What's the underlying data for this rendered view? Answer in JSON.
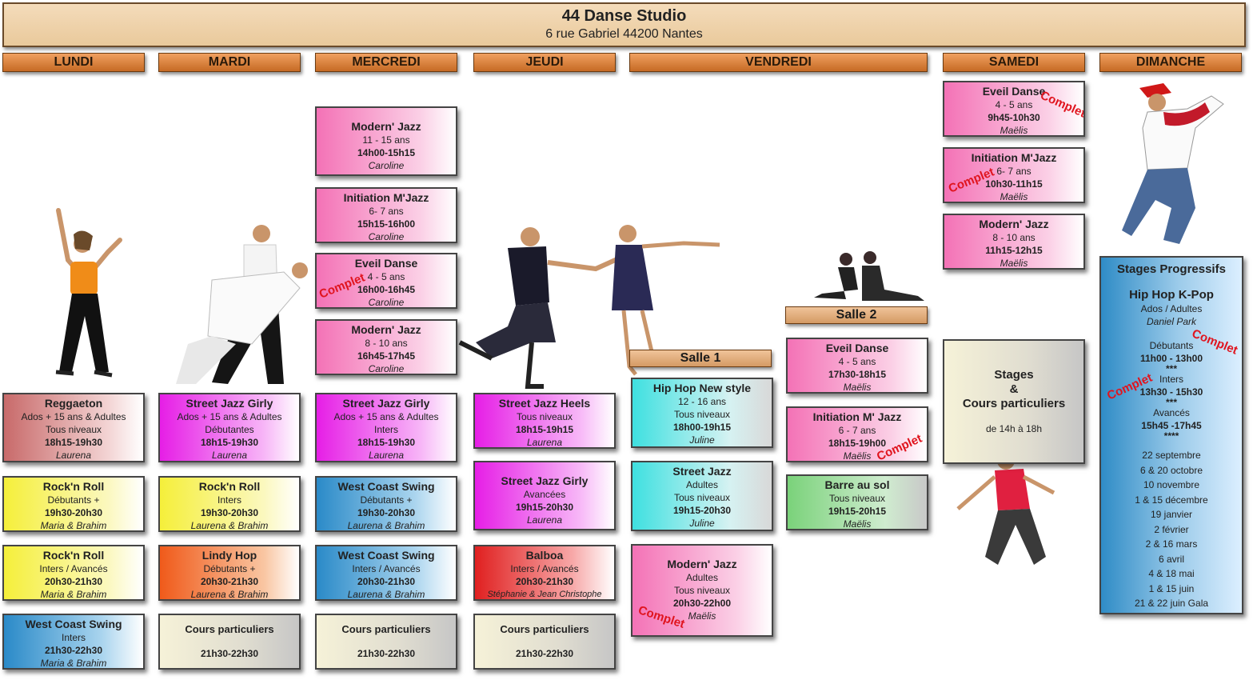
{
  "header": {
    "title": "44 Danse Studio",
    "address": "6 rue Gabriel 44200 Nantes"
  },
  "days": [
    "LUNDI",
    "MARDI",
    "MERCREDI",
    "JEUDI",
    "VENDREDI",
    "SAMEDI",
    "DIMANCHE"
  ],
  "salles": {
    "salle1": "Salle 1",
    "salle2": "Salle 2"
  },
  "complet_label": "Complet",
  "lundi": {
    "c1": {
      "title": "Reggaeton",
      "l1": "Ados + 15 ans & Adultes",
      "l2": "Tous niveaux",
      "time": "18h15-19h30",
      "teacher": "Laurena"
    },
    "c2": {
      "title": "Rock'n Roll",
      "l1": "Débutants  +",
      "time": "19h30-20h30",
      "teacher": "Maria & Brahim"
    },
    "c3": {
      "title": "Rock'n Roll",
      "l1": "Inters / Avancés",
      "time": "20h30-21h30",
      "teacher": "Maria & Brahim"
    },
    "c4": {
      "title": "West Coast Swing",
      "l1": "Inters",
      "time": "21h30-22h30",
      "teacher": "Maria & Brahim"
    }
  },
  "mardi": {
    "c1": {
      "title": "Street Jazz Girly",
      "l1": "Ados + 15 ans & Adultes",
      "l2": "Débutantes",
      "time": "18h15-19h30",
      "teacher": "Laurena"
    },
    "c2": {
      "title": "Rock'n Roll",
      "l1": "Inters",
      "time": "19h30-20h30",
      "teacher": "Laurena & Brahim"
    },
    "c3": {
      "title": "Lindy Hop",
      "l1": "Débutants +",
      "time": "20h30-21h30",
      "teacher": "Laurena & Brahim"
    },
    "c4": {
      "title": "Cours particuliers",
      "time": "21h30-22h30"
    }
  },
  "mercredi": {
    "c1": {
      "title": "Modern' Jazz",
      "l1": "11 - 15 ans",
      "time": "14h00-15h15",
      "teacher": "Caroline"
    },
    "c2": {
      "title": "Initiation M'Jazz",
      "l1": "6- 7 ans",
      "time": "15h15-16h00",
      "teacher": "Caroline"
    },
    "c3": {
      "title": "Eveil Danse",
      "l1": "4 - 5 ans",
      "time": "16h00-16h45",
      "teacher": "Caroline"
    },
    "c4": {
      "title": "Modern' Jazz",
      "l1": "8 - 10 ans",
      "time": "16h45-17h45",
      "teacher": "Caroline"
    },
    "c5": {
      "title": "Street Jazz Girly",
      "l1": "Ados + 15 ans & Adultes",
      "l2": "Inters",
      "time": "18h15-19h30",
      "teacher": "Laurena"
    },
    "c6": {
      "title": "West Coast Swing",
      "l1": "Débutants +",
      "time": "19h30-20h30",
      "teacher": "Laurena & Brahim"
    },
    "c7": {
      "title": "West Coast Swing",
      "l1": "Inters / Avancés",
      "time": "20h30-21h30",
      "teacher": "Laurena & Brahim"
    },
    "c8": {
      "title": "Cours particuliers",
      "time": "21h30-22h30"
    }
  },
  "jeudi": {
    "c1": {
      "title": "Street Jazz Heels",
      "l1": "Tous niveaux",
      "time": "18h15-19h15",
      "teacher": "Laurena"
    },
    "c2": {
      "title": "Street Jazz Girly",
      "l1": "Avancées",
      "time": "19h15-20h30",
      "teacher": "Laurena"
    },
    "c3": {
      "title": "Balboa",
      "l1": "Inters / Avancés",
      "time": "20h30-21h30",
      "teacher": "Stéphanie & Jean Christophe"
    },
    "c4": {
      "title": "Cours particuliers",
      "time": "21h30-22h30"
    }
  },
  "vendredi_s1": {
    "c1": {
      "title": "Hip Hop New style",
      "l1": "12 - 16 ans",
      "l2": "Tous niveaux",
      "time": "18h00-19h15",
      "teacher": "Juline"
    },
    "c2": {
      "title": "Street Jazz",
      "l1": "Adultes",
      "l2": "Tous niveaux",
      "time": "19h15-20h30",
      "teacher": "Juline"
    },
    "c3": {
      "title": "Modern' Jazz",
      "l1": "Adultes",
      "l2": "Tous niveaux",
      "time": "20h30-22h00",
      "teacher": "Maëlis"
    }
  },
  "vendredi_s2": {
    "c1": {
      "title": "Eveil Danse",
      "l1": "4 - 5 ans",
      "time": "17h30-18h15",
      "teacher": "Maëlis"
    },
    "c2": {
      "title": "Initiation M' Jazz",
      "l1": "6 - 7 ans",
      "time": "18h15-19h00",
      "teacher": "Maëlis"
    },
    "c3": {
      "title": "Barre au sol",
      "l1": "Tous niveaux",
      "time": "19h15-20h15",
      "teacher": "Maëlis"
    }
  },
  "samedi": {
    "c1": {
      "title": "Eveil Danse",
      "l1": "4 - 5 ans",
      "time": "9h45-10h30",
      "teacher": "Maëlis"
    },
    "c2": {
      "title": "Initiation M'Jazz",
      "l1": "6- 7 ans",
      "time": "10h30-11h15",
      "teacher": "Maëlis"
    },
    "c3": {
      "title": "Modern' Jazz",
      "l1": "8 - 10 ans",
      "time": "11h15-12h15",
      "teacher": "Maëlis"
    },
    "c4": {
      "l1": "Stages",
      "l2": "&",
      "l3": "Cours particuliers",
      "time": "de 14h à 18h"
    }
  },
  "dimanche": {
    "title": "Stages Progressifs",
    "style": "Hip Hop K-Pop",
    "audience": "Ados / Adultes",
    "teacher": "Daniel Park",
    "lvl1": "Débutants",
    "time1": "11h00 - 13h00",
    "sep1": "***",
    "lvl2": "Inters",
    "time2": "13h30 - 15h30",
    "sep2": "***",
    "lvl3": "Avancés",
    "time3": "15h45 -17h45",
    "sep3": "****",
    "dates": [
      "22 septembre",
      "6 & 20 octobre",
      "10 novembre",
      "1 & 15 décembre",
      "19 janvier",
      "2 février",
      "2 & 16 mars",
      "6 avril",
      "4 & 18 mai",
      "1 & 15 juin",
      "21 & 22 juin Gala"
    ]
  }
}
